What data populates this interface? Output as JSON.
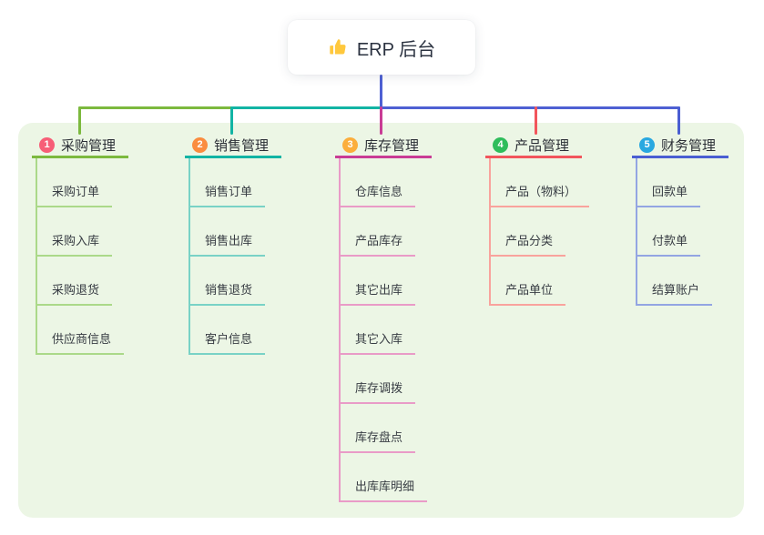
{
  "root": {
    "label": "ERP 后台",
    "icon": "thumbs-up-icon",
    "icon_color": "#FFC83D"
  },
  "panel": {
    "bg": "#ECF6E5"
  },
  "connector_color": "#4E60D3",
  "branches": [
    {
      "num": "1",
      "label": "采购管理",
      "badge_color": "#F75E77",
      "color": "#7CB93E",
      "light_color": "#ABD989",
      "children": [
        "采购订单",
        "采购入库",
        "采购退货",
        "供应商信息"
      ]
    },
    {
      "num": "2",
      "label": "销售管理",
      "badge_color": "#FA8C3F",
      "color": "#12B4A4",
      "light_color": "#79D2C6",
      "children": [
        "销售订单",
        "销售出库",
        "销售退货",
        "客户信息"
      ]
    },
    {
      "num": "3",
      "label": "库存管理",
      "badge_color": "#FBAE3C",
      "color": "#C93C95",
      "light_color": "#E99BC7",
      "children": [
        "仓库信息",
        "产品库存",
        "其它出库",
        "其它入库",
        "库存调拨",
        "库存盘点",
        "出库库明细"
      ]
    },
    {
      "num": "4",
      "label": "产品管理",
      "badge_color": "#2FBD5B",
      "color": "#F2555C",
      "light_color": "#F9A39D",
      "children": [
        "产品（物料）",
        "产品分类",
        "产品单位"
      ]
    },
    {
      "num": "5",
      "label": "财务管理",
      "badge_color": "#29A8E0",
      "color": "#4A5ED2",
      "light_color": "#93A5E2",
      "children": [
        "回款单",
        "付款单",
        "结算账户"
      ]
    }
  ]
}
